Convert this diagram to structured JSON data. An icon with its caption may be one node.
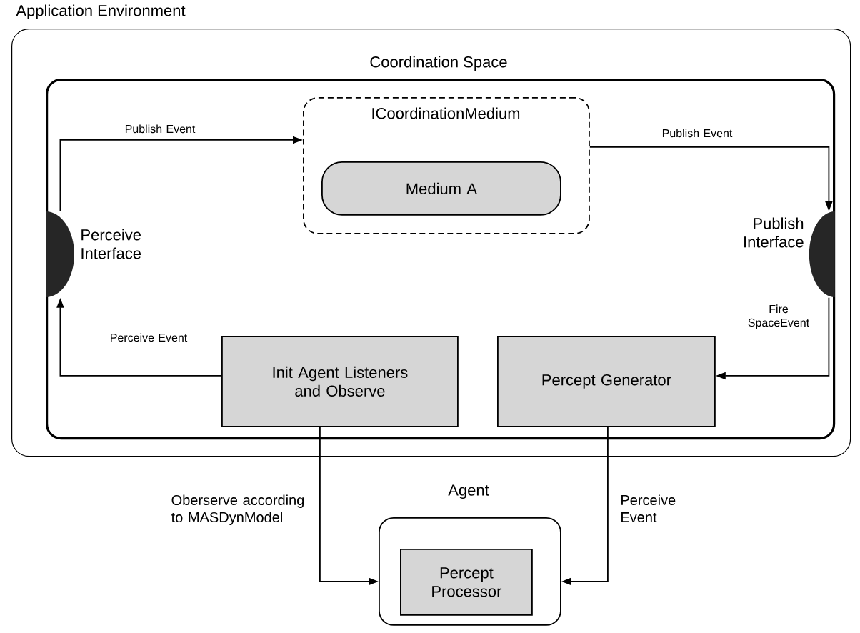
{
  "diagram": {
    "nodes": [
      {
        "text": [
          "Application Environment"
        ]
      },
      {
        "text": [
          "Coordination Space"
        ],
        "in": 0
      },
      {
        "text": [
          "ICoordinationMedium"
        ],
        "in": 1
      },
      {
        "text": [
          "Medium A"
        ],
        "in": 2
      },
      {
        "text": [
          "Perceive Interface"
        ],
        "in": 1
      },
      {
        "text": [
          "Publish Interface"
        ],
        "in": 1
      },
      {
        "text": [
          "Init Agent Listeners and Observe"
        ],
        "in": 1
      },
      {
        "text": [
          "Percept Generator"
        ],
        "in": 1
      },
      {
        "text": [
          "Agent"
        ]
      },
      {
        "text": [
          "Percept Processor"
        ],
        "in": 8
      }
    ],
    "edges": [
      {
        "from": 4,
        "to": 2,
        "arrow": "to",
        "label": "Publish Event"
      },
      {
        "from": 2,
        "to": 5,
        "arrow": "to",
        "label": "Publish Event"
      },
      {
        "from": 5,
        "to": 7,
        "arrow": "to",
        "label": "Fire SpaceEvent"
      },
      {
        "from": 6,
        "to": 4,
        "arrow": "to",
        "label": "Perceive Event"
      },
      {
        "from": 6,
        "to": 8,
        "arrow": "to",
        "label": "Oberserve according to MASDynModel"
      },
      {
        "from": 7,
        "to": 8,
        "arrow": "to",
        "label": "Perceive Event"
      }
    ]
  }
}
